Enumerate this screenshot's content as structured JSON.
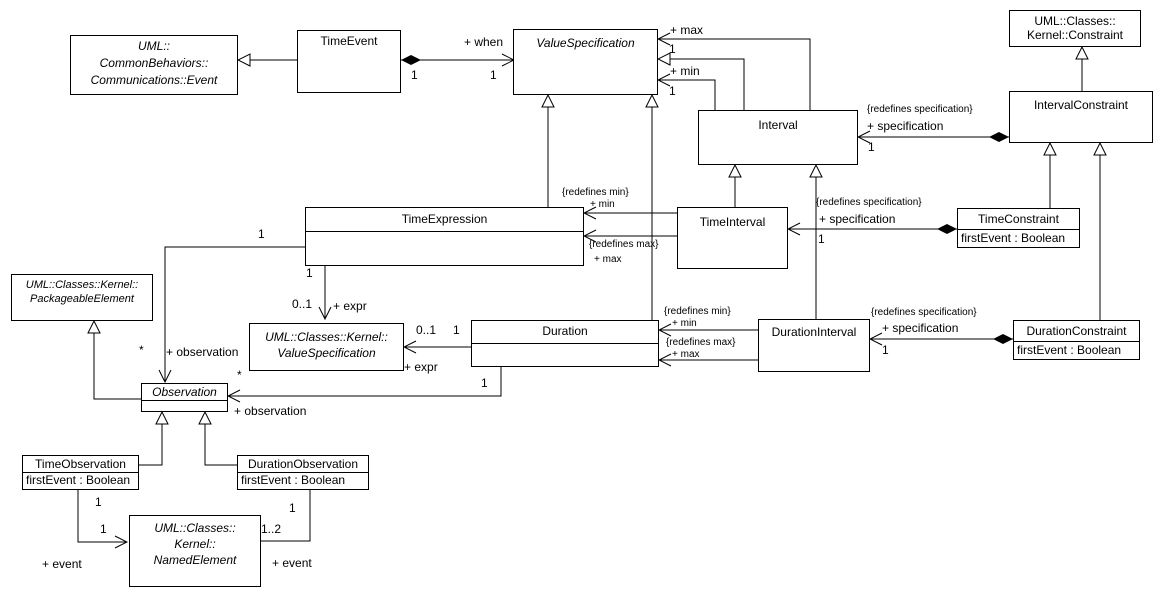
{
  "classes": {
    "event": {
      "name": "UML::\nCommonBehaviors::\nCommunications::Event",
      "abstract": true
    },
    "time_event": {
      "name": "TimeEvent"
    },
    "value_specification": {
      "name": "ValueSpecification",
      "abstract": true
    },
    "constraint": {
      "name": "UML::Classes::\nKernel::Constraint"
    },
    "interval": {
      "name": "Interval"
    },
    "interval_constraint": {
      "name": "IntervalConstraint"
    },
    "time_expression": {
      "name": "TimeExpression"
    },
    "time_interval": {
      "name": "TimeInterval"
    },
    "time_constraint": {
      "name": "TimeConstraint",
      "attribute": "firstEvent : Boolean"
    },
    "packageable_element": {
      "name": "UML::Classes::Kernel::\nPackageableElement",
      "abstract": true
    },
    "kernel_value_spec": {
      "name": "UML::Classes::Kernel::\nValueSpecification",
      "abstract": true
    },
    "duration": {
      "name": "Duration"
    },
    "duration_interval": {
      "name": "DurationInterval"
    },
    "duration_constraint": {
      "name": "DurationConstraint",
      "attribute": "firstEvent : Boolean"
    },
    "observation": {
      "name": "Observation",
      "abstract": true
    },
    "time_observation": {
      "name": "TimeObservation",
      "attribute": "firstEvent : Boolean"
    },
    "duration_observation": {
      "name": "DurationObservation",
      "attribute": "firstEvent : Boolean"
    },
    "named_element": {
      "name": "UML::Classes::\nKernel::\nNamedElement",
      "abstract": true
    }
  },
  "labels": {
    "when_role": "+ when",
    "when_mult_src": "1",
    "when_mult_tgt": "1",
    "max_role": "+ max",
    "max_mult": "1",
    "min_role": "+ min",
    "min_mult": "1",
    "ic_redef": "{redefines specification}",
    "ic_role": "+ specification",
    "ic_mult": "1",
    "te_min_redef": "{redefines min}",
    "te_min_role": "+ min",
    "te_max_redef": "{redefines max}",
    "te_max_role": "+ max",
    "tc_redef": "{redefines specification}",
    "tc_role": "+ specification",
    "tc_mult": "1",
    "te_obs_mult": "1",
    "te_expr_src_mult": "1",
    "te_expr_mult": "0..1",
    "te_expr_role": "+ expr",
    "obs_star_1": "*",
    "obs_role_1": "+ observation",
    "dur_expr_mult": "0..1",
    "dur_expr_src_mult": "1",
    "dur_expr_role": "+ expr",
    "obs_star_2": "*",
    "dur_obs_mult": "1",
    "obs_role_2": "+ observation",
    "di_min_redef": "{redefines min}",
    "di_min_role": "+ min",
    "di_max_redef": "{redefines max}",
    "di_max_role": "+ max",
    "dc_redef": "{redefines specification}",
    "dc_role": "+ specification",
    "dc_mult": "1",
    "to_src_mult": "1",
    "to_tgt_mult": "1",
    "to_event_role": "+ event",
    "do_src_mult": "1",
    "do_tgt_mult": "1..2",
    "do_event_role": "+ event"
  }
}
